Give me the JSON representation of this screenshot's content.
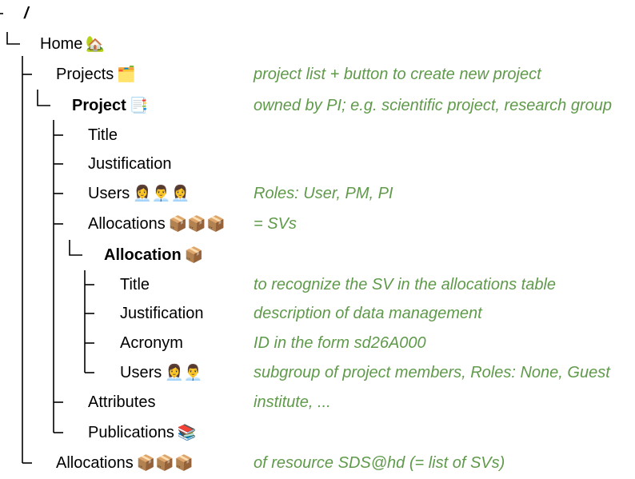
{
  "root": {
    "label": "/"
  },
  "nodes": [
    {
      "label": "Home",
      "emoji": "🏡",
      "note": ""
    },
    {
      "label": "Projects",
      "emoji": "🗂️",
      "note": "project list + button to create new project"
    },
    {
      "label": "Project",
      "emoji": "📑",
      "note": "owned by PI; e.g. scientific project, research group"
    },
    {
      "label": "Title",
      "emoji": "",
      "note": ""
    },
    {
      "label": "Justification",
      "emoji": "",
      "note": ""
    },
    {
      "label": "Users",
      "emoji": "👩‍💼👨‍💼👩‍💼",
      "note": "Roles: User, PM, PI"
    },
    {
      "label": "Allocations",
      "emoji": "📦📦📦",
      "note": "= SVs"
    },
    {
      "label": "Allocation",
      "emoji": "📦",
      "note": ""
    },
    {
      "label": "Title",
      "emoji": "",
      "note": "to recognize the SV in the allocations table"
    },
    {
      "label": "Justification",
      "emoji": "",
      "note": "description of data management"
    },
    {
      "label": "Acronym",
      "emoji": "",
      "note": "ID in the form sd26A000"
    },
    {
      "label": "Users",
      "emoji": "👩‍💼👨‍💼",
      "note": "subgroup of project members, Roles: None, Guest"
    },
    {
      "label": "Attributes",
      "emoji": "",
      "note": "institute, ..."
    },
    {
      "label": "Publications",
      "emoji": "📚",
      "note": ""
    },
    {
      "label": "Allocations",
      "emoji": "📦📦📦",
      "note": "of resource SDS@hd (= list of SVs)"
    }
  ]
}
